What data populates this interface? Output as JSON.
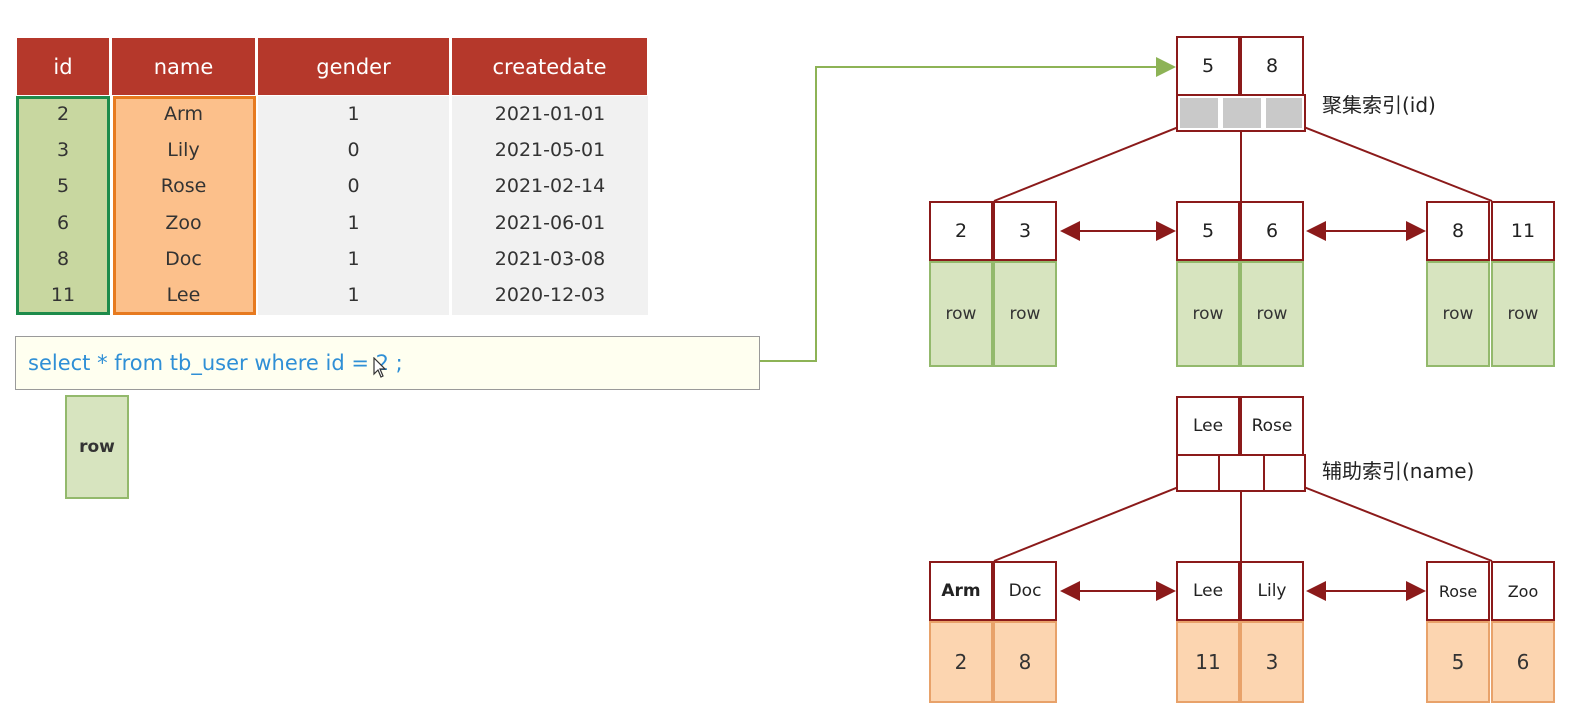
{
  "table": {
    "headers": [
      "id",
      "name",
      "gender",
      "createdate"
    ],
    "rows": [
      [
        "2",
        "Arm",
        "1",
        "2021-01-01"
      ],
      [
        "3",
        "Lily",
        "0",
        "2021-05-01"
      ],
      [
        "5",
        "Rose",
        "0",
        "2021-02-14"
      ],
      [
        "6",
        "Zoo",
        "1",
        "2021-06-01"
      ],
      [
        "8",
        "Doc",
        "1",
        "2021-03-08"
      ],
      [
        "11",
        "Lee",
        "1",
        "2020-12-03"
      ]
    ]
  },
  "query": {
    "prefix": "select * from tb_user where id = ",
    "value": "2",
    "suffix": " ;"
  },
  "result_row_label": "row",
  "clustered_index": {
    "title": "聚集索引(id)",
    "root": [
      "5",
      "8"
    ],
    "leaves": [
      {
        "keys": [
          "2",
          "3"
        ],
        "data": [
          "row",
          "row"
        ]
      },
      {
        "keys": [
          "5",
          "6"
        ],
        "data": [
          "row",
          "row"
        ]
      },
      {
        "keys": [
          "8",
          "11"
        ],
        "data": [
          "row",
          "row"
        ]
      }
    ]
  },
  "secondary_index": {
    "title": "辅助索引(name)",
    "root": [
      "Lee",
      "Rose"
    ],
    "leaves": [
      {
        "keys": [
          "Arm",
          "Doc"
        ],
        "data": [
          "2",
          "8"
        ]
      },
      {
        "keys": [
          "Lee",
          "Lily"
        ],
        "data": [
          "11",
          "3"
        ]
      },
      {
        "keys": [
          "Rose",
          "Zoo"
        ],
        "data": [
          "5",
          "6"
        ]
      }
    ]
  },
  "colors": {
    "header_red": "#b5382b",
    "id_green": "#1e8b4b",
    "name_orange": "#e77a1f",
    "tree_border": "#8b1a1a",
    "query_blue": "#2f8fd6",
    "link_green": "#8db356"
  }
}
